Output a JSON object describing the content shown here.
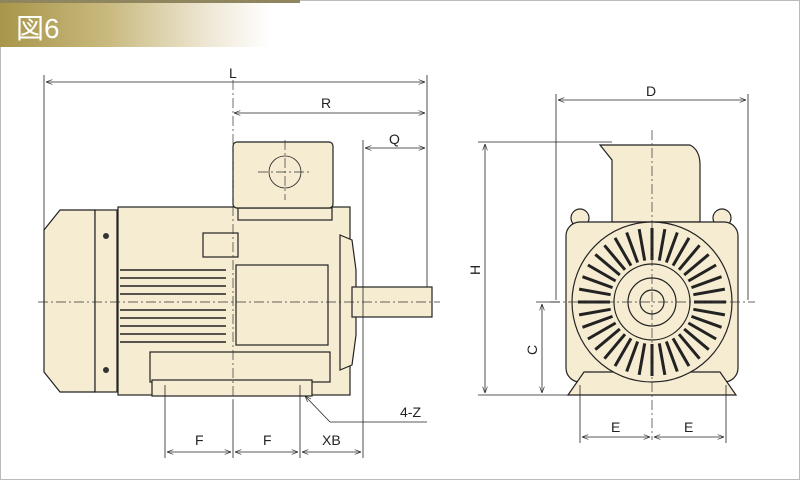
{
  "header": {
    "title": "図6"
  },
  "dimensions": {
    "L": "L",
    "R": "R",
    "Q": "Q",
    "F1": "F",
    "F2": "F",
    "XB": "XB",
    "Z": "4-Z",
    "D": "D",
    "H": "H",
    "C": "C",
    "E1": "E",
    "E2": "E"
  },
  "colors": {
    "body": "#f5ecd2",
    "header_gold": "#a8964a"
  }
}
